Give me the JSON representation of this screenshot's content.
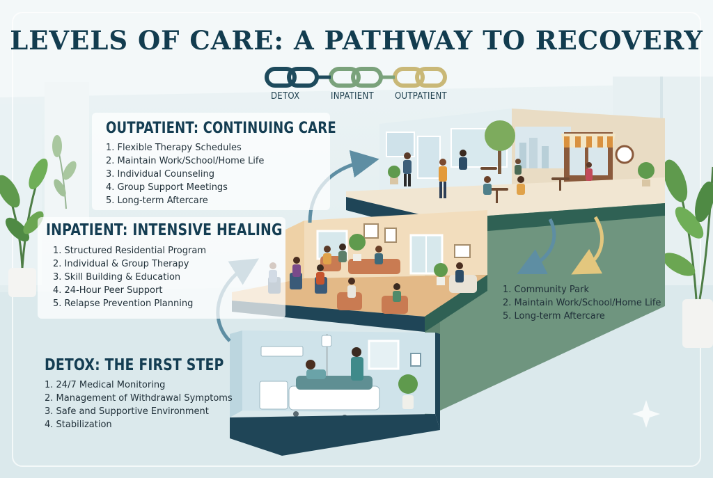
{
  "title": "LEVELS OF CARE: A PATHWAY TO RECOVERY",
  "chain": {
    "labels": [
      "DETOX",
      "INPATIENT",
      "OUTPATIENT"
    ],
    "colors": [
      "#1d4a5c",
      "#7aa27b",
      "#c9b877"
    ]
  },
  "outpatient": {
    "heading": "OUTPATIENT: CONTINUING CARE",
    "items": [
      "1. Flexible Therapy Schedules",
      "2. Maintain Work/School/Home Life",
      "3. Individual Counseling",
      "4. Group Support Meetings",
      "5. Long-term Aftercare"
    ]
  },
  "inpatient": {
    "heading": "INPATIENT: INTENSIVE HEALING",
    "items": [
      "1. Structured Residential Program",
      "2. Individual & Group Therapy",
      "3. Skill Building & Education",
      "4. 24-Hour Peer Support",
      "5. Relapse Prevention Planning"
    ]
  },
  "detox": {
    "heading": "DETOX: THE FIRST STEP",
    "items": [
      "1. 24/7 Medical Monitoring",
      "2. Management of Withdrawal Symptoms",
      "3. Safe and Supportive Environment",
      "4. Stabilization"
    ]
  },
  "community": {
    "items": [
      "1. Community Park",
      "2. Maintain Work/School/Home Life",
      "5. Long-term Aftercare"
    ]
  },
  "colors": {
    "title": "#123c4f",
    "tower_green": "#6f957f",
    "floor_dark": "#1f4557",
    "inpatient_floor": "#e8c9a0",
    "outpatient_floor": "#efe2cc",
    "detox_room": "#cfe3ea",
    "arrow_blue": "#5e8ea3",
    "arrow_gold": "#e3c77e"
  }
}
